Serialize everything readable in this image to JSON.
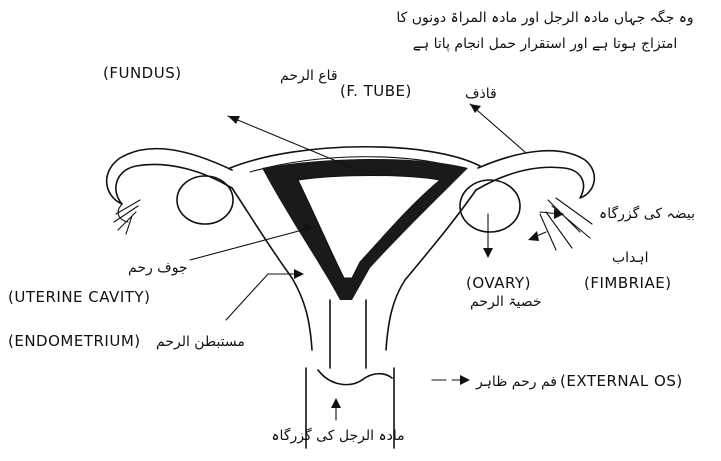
{
  "labels": {
    "fundus_en": "(FUNDUS)",
    "fundus_ur": "قاع الرحم",
    "tube_note_line1": "وہ جگہ جہاں مادہ الرجل اور مادہ المراۃ دونوں کا",
    "tube_note_line2": "امتزاج ہوتا ہے اور استقرار حمل انجام پاتا ہے",
    "tube_en": "(F. TUBE)",
    "tube_ur": "قاذف",
    "ovum_passage_ur": "بیضہ کی گزرگاہ",
    "fimbriae_ur": "اہداب",
    "fimbriae_en": "(FIMBRIAE)",
    "ovary_en": "(OVARY)",
    "ovary_ur": "خصیۃ الرحم",
    "cavity_ur": "جوف رحم",
    "cavity_en": "(UTERINE CAVITY)",
    "endometrium_en": "(ENDOMETRIUM)",
    "endometrium_ur": "مستبطن الرحم",
    "external_os_ur": "فم رحم ظاہر",
    "external_os_en": "(EXTERNAL OS)",
    "vagina_ur": "مادہ الرجل کی گزرگاہ"
  }
}
